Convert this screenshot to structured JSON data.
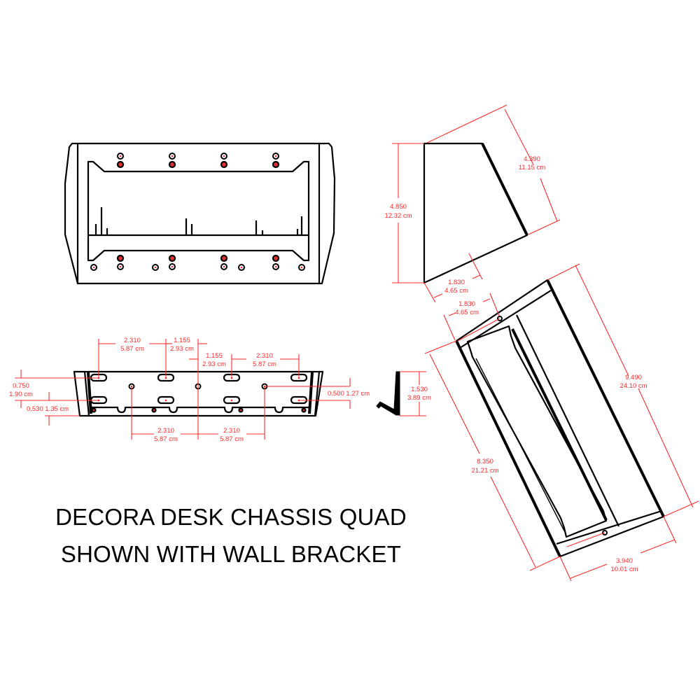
{
  "title": {
    "line1": "DECORA DESK CHASSIS QUAD",
    "line2": "SHOWN WITH WALL BRACKET"
  },
  "colors": {
    "line": "#000000",
    "dimension": "#ff2a2a",
    "hole_fill": "#e03030",
    "background": "#ffffff"
  },
  "views": {
    "top_view": {
      "description": "Front face view with 4 decora openings, screw holes"
    },
    "bottom_view": {
      "dims": {
        "top_left_spacing": {
          "in": "2.310",
          "cm": "5.87 cm"
        },
        "top_center_left": {
          "in": "1.155",
          "cm": "2.93 cm"
        },
        "top_center_right": {
          "in": "1.155",
          "cm": "2.93 cm"
        },
        "top_right_spacing": {
          "in": "2.310",
          "cm": "5.87 cm"
        },
        "left_offset": {
          "in": "0.750",
          "cm": "1.90 cm"
        },
        "left_bottom": {
          "in": "0.530",
          "cm": "1.35 cm"
        },
        "right_offset": {
          "in": "0.500",
          "cm": "1.27 cm"
        },
        "bottom_left_spacing": {
          "in": "2.310",
          "cm": "5.87 cm"
        },
        "bottom_right_spacing": {
          "in": "2.310",
          "cm": "5.87 cm"
        }
      }
    },
    "bracket_view": {
      "dims": {
        "height": {
          "in": "1.530",
          "cm": "3.89 cm"
        }
      }
    },
    "side_view": {
      "dims": {
        "height": {
          "in": "4.850",
          "cm": "12.32 cm"
        },
        "slant": {
          "in": "4.390",
          "cm": "11.15 cm"
        },
        "base": {
          "in": "1.830",
          "cm": "4.65 cm"
        }
      }
    },
    "angled_view": {
      "dims": {
        "top": {
          "in": "1.830",
          "cm": "4.65 cm"
        },
        "length_outer": {
          "in": "9.490",
          "cm": "24.10 cm"
        },
        "length_inner": {
          "in": "8.350",
          "cm": "21.21 cm"
        },
        "width": {
          "in": "3.940",
          "cm": "10.01 cm"
        }
      }
    }
  }
}
